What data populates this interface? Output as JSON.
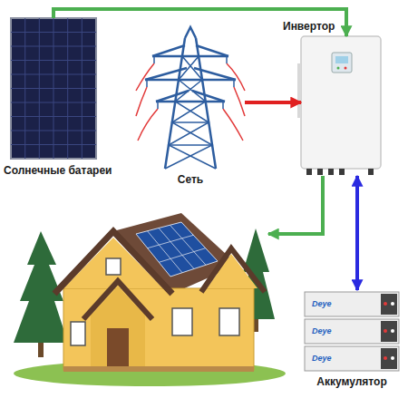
{
  "diagram": {
    "nodes": [
      {
        "text": [
          "Солнечные батареи"
        ]
      },
      {
        "text": [
          "Сеть"
        ]
      },
      {
        "text": [
          "Инвертор"
        ]
      },
      {
        "text": [
          "Аккумулятор"
        ]
      }
    ],
    "edges": [
      {
        "from": 0,
        "to": 2,
        "arrow": "to"
      },
      {
        "from": 1,
        "to": 2,
        "arrow": "to"
      },
      {
        "from": 2,
        "to": 3,
        "arrow": "both"
      }
    ],
    "labels": [
      "Deye",
      "Deye",
      "Deye"
    ]
  }
}
